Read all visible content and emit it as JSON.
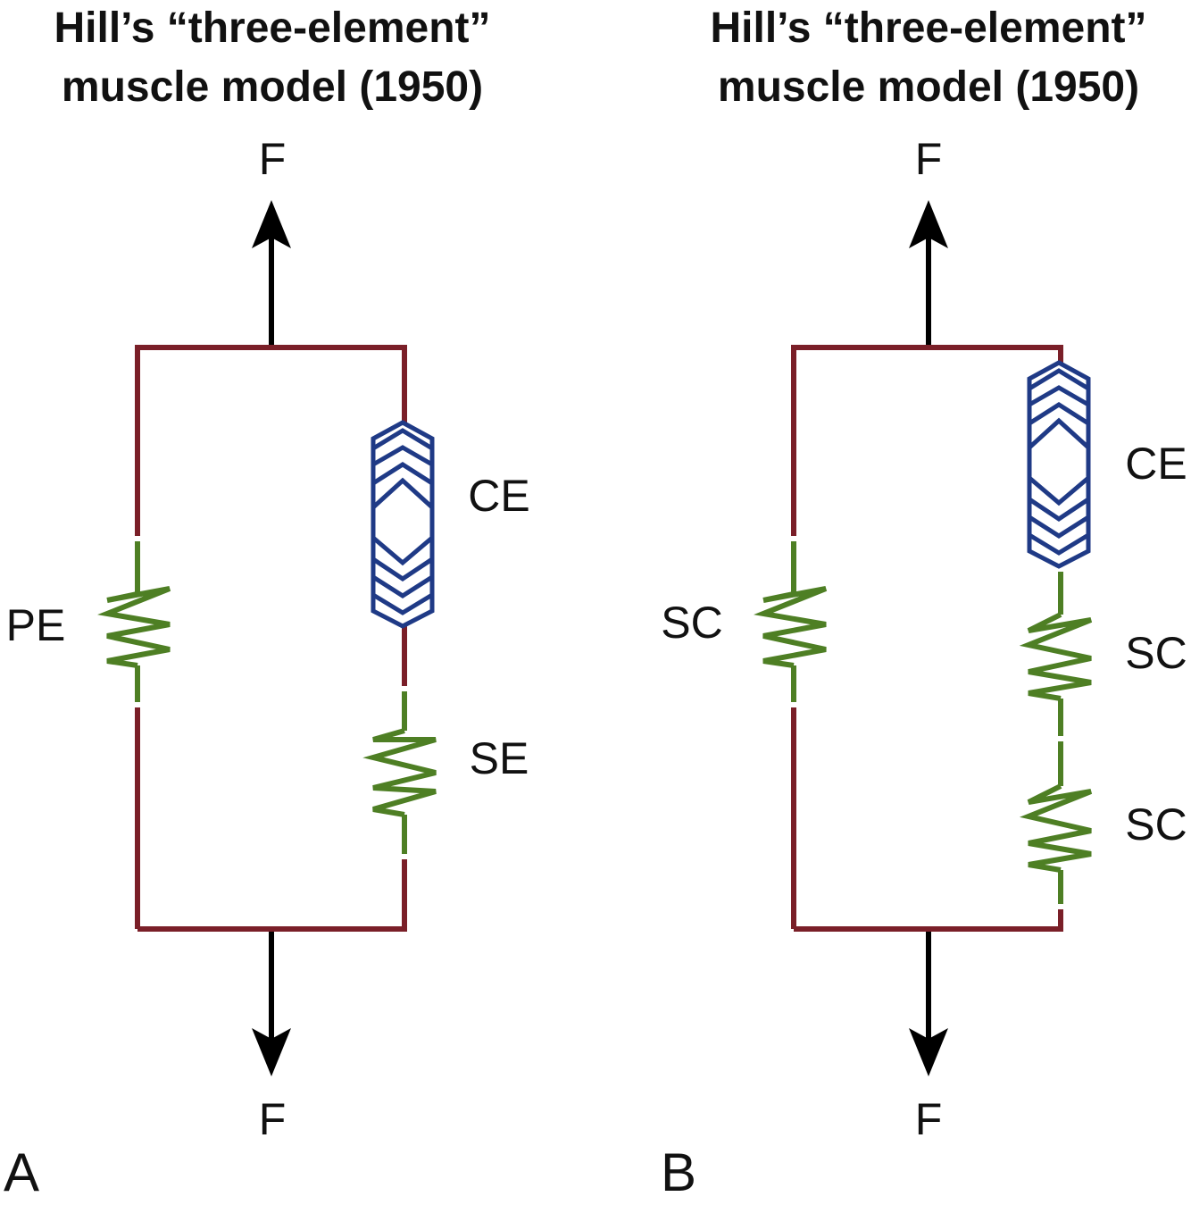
{
  "colors": {
    "frame": "#7a1f28",
    "spring": "#4e7f24",
    "contractile": "#1f3a86",
    "arrow": "#000000"
  },
  "panel_a": {
    "title_line1": "Hill’s “three-element”",
    "title_line2": "muscle model (1950)",
    "force_top": "F",
    "force_bottom": "F",
    "label_ce": "CE",
    "label_pe": "PE",
    "label_se": "SE",
    "letter": "A"
  },
  "panel_b": {
    "title_line1": "Hill’s “three-element”",
    "title_line2": "muscle model (1950)",
    "force_top": "F",
    "force_bottom": "F",
    "label_ce": "CE",
    "label_sc_left": "SC",
    "label_sc_right_upper": "SC",
    "label_sc_right_lower": "SC",
    "letter": "B"
  }
}
